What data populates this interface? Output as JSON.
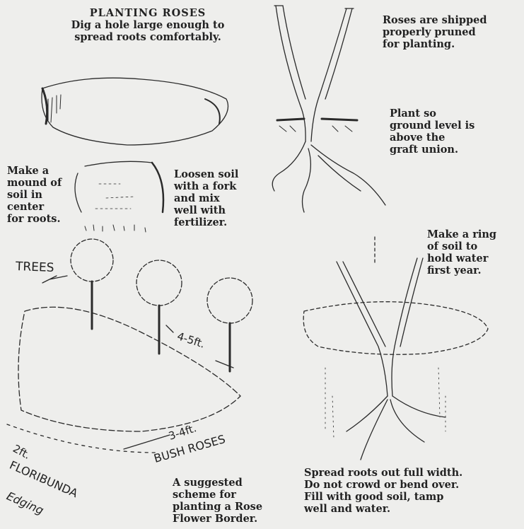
{
  "title": "PLANTING ROSES",
  "intro": [
    "Dig a hole large enough to",
    "spread roots comfortably."
  ],
  "shipped": [
    "Roses are shipped",
    "properly pruned",
    "for planting."
  ],
  "plant_so": [
    "Plant so",
    "ground level is",
    "above the",
    "graft union."
  ],
  "mound": [
    "Make a",
    "mound of",
    "soil in",
    "center",
    "for roots."
  ],
  "loosen": [
    "Loosen soil",
    "with a fork",
    "and mix",
    "well with",
    "fertilizer."
  ],
  "ring": [
    "Make a ring",
    "of soil to",
    "hold water",
    "first year."
  ],
  "spread": [
    "Spread roots out full width.",
    "Do not crowd or bend over.",
    "Fill with good soil, tamp",
    "well and water."
  ],
  "scheme": [
    "A suggested",
    "scheme for",
    "planting a Rose",
    "Flower Border."
  ],
  "sketch_labels": {
    "trees": "TREES",
    "dist_trees": "4-5ft.",
    "dist_bush": "3-4ft.",
    "bush_roses": "BUSH ROSES",
    "dist_edge": "2ft.",
    "floribunda": "FLORIBUNDA",
    "edging": "Edging"
  }
}
